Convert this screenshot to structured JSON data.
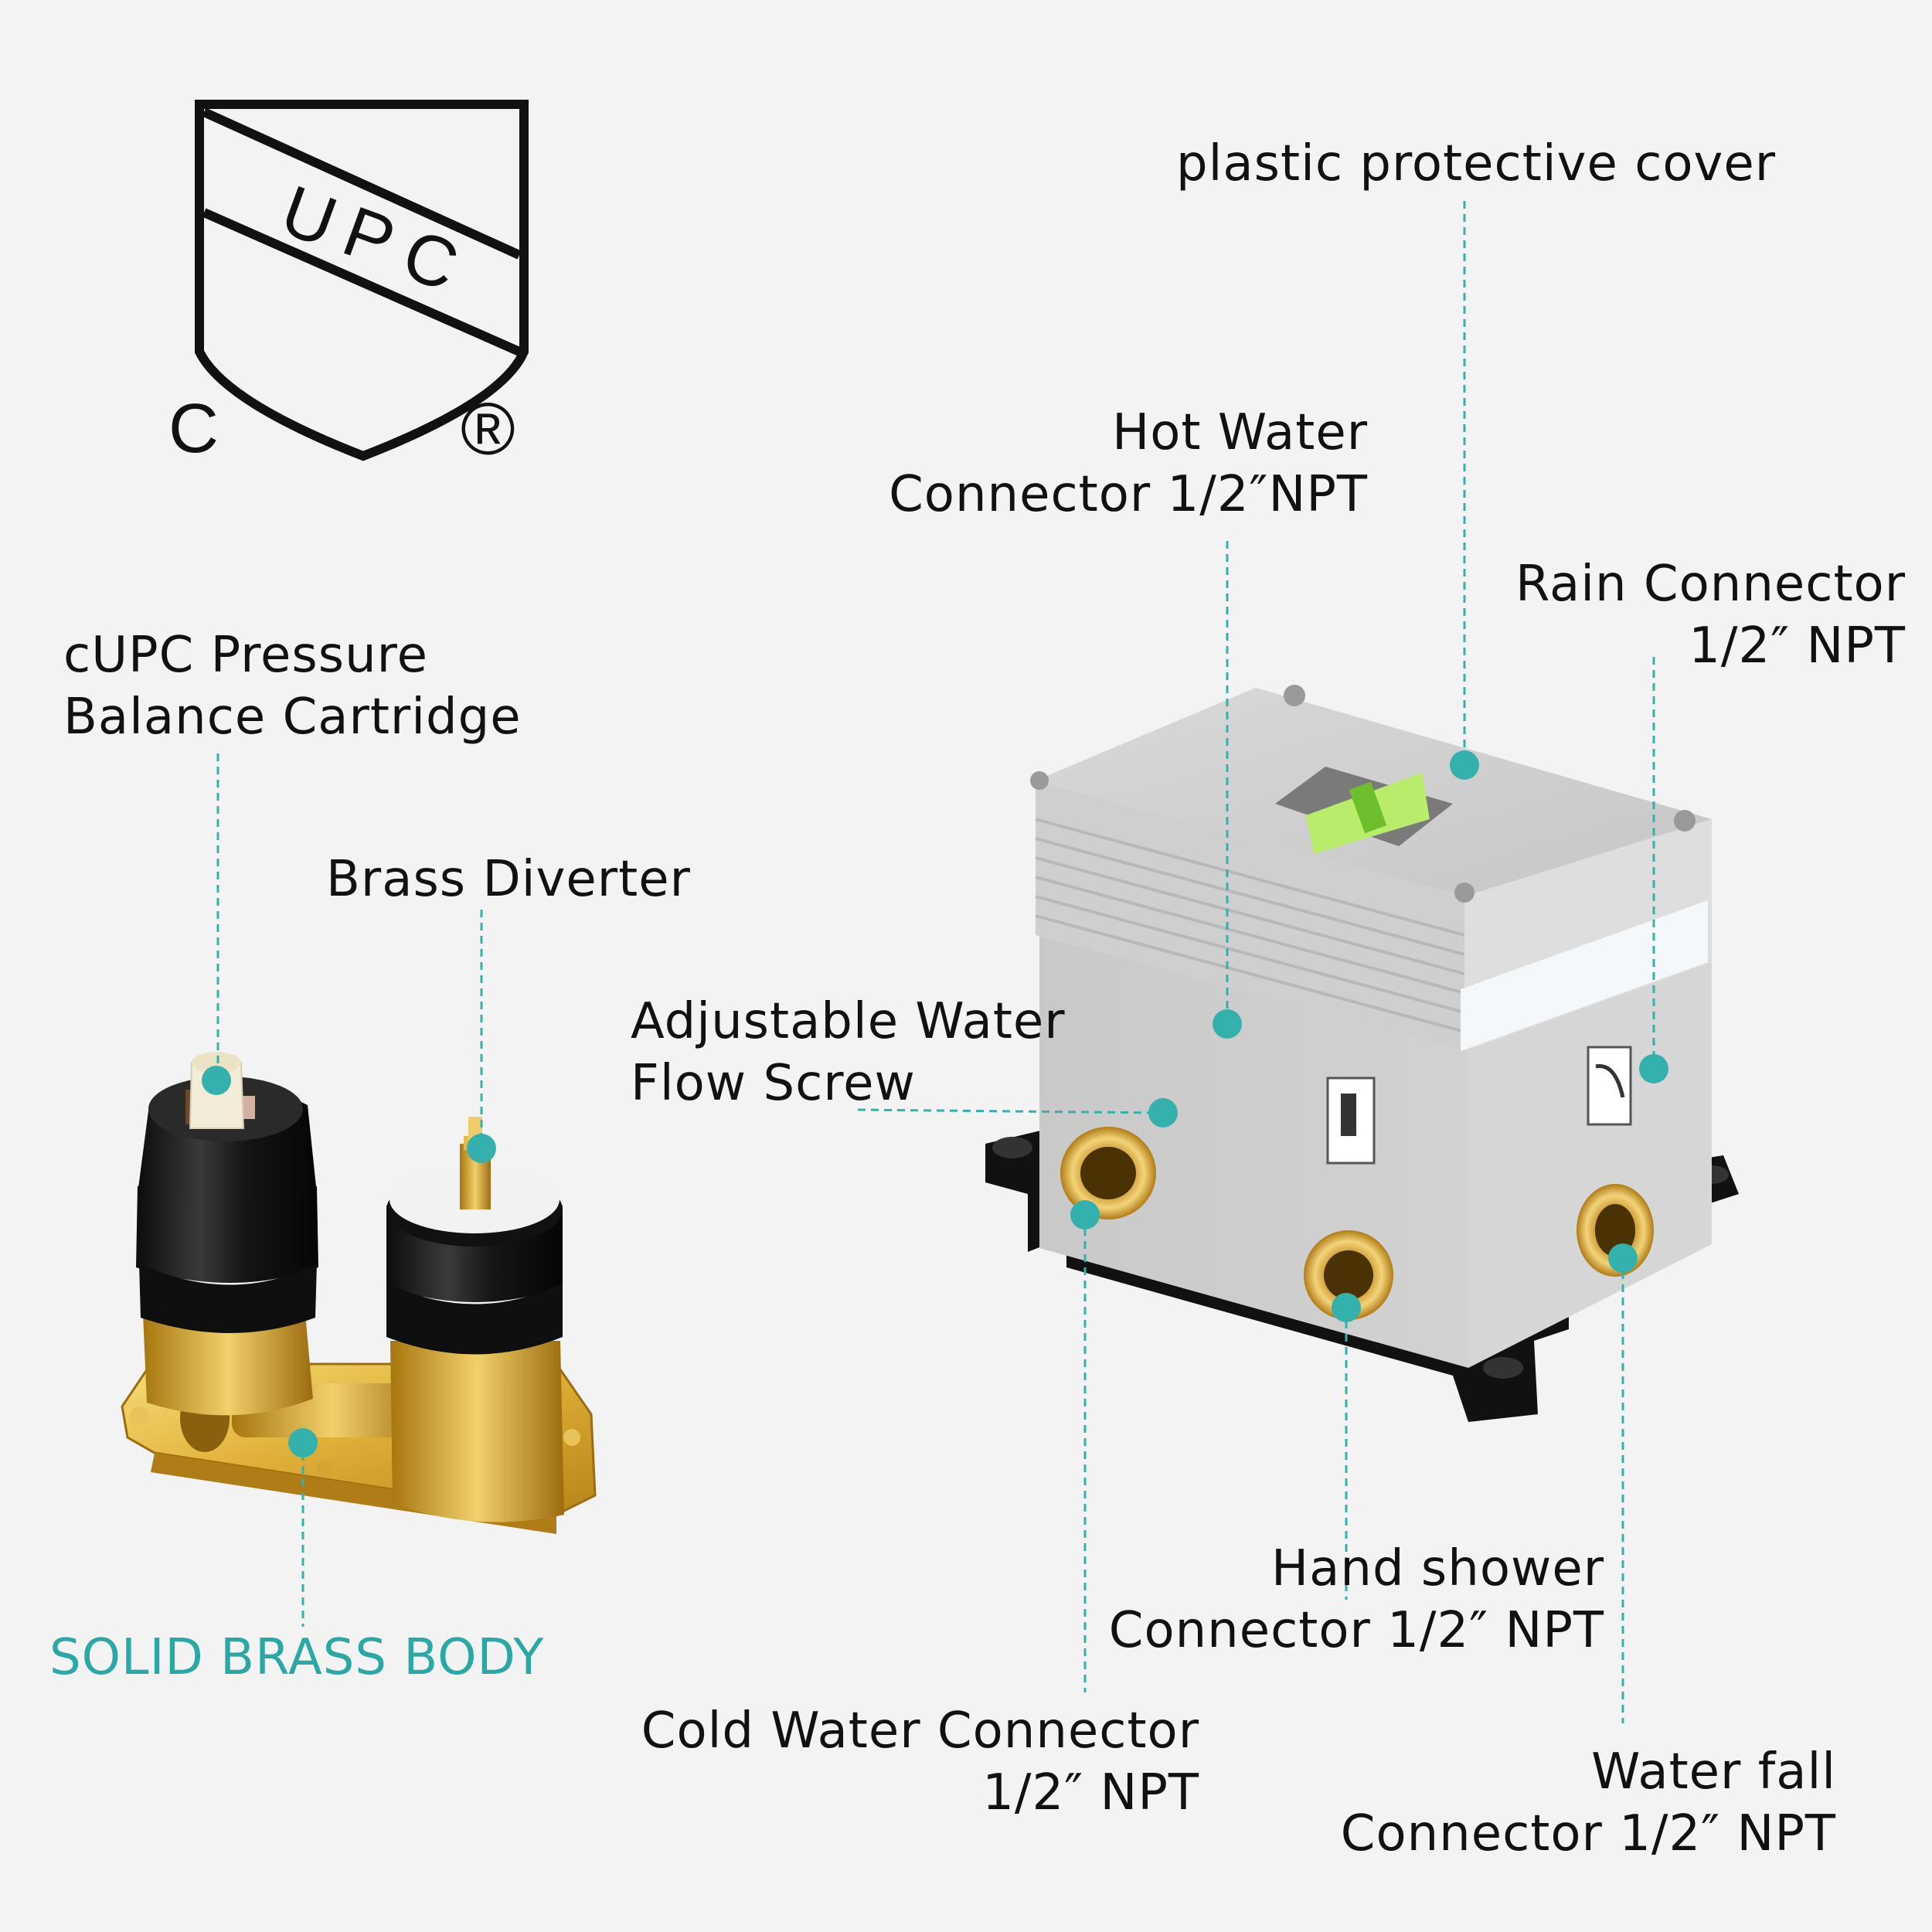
{
  "certification": {
    "logo_icon": "cupc-shield-logo",
    "letters": [
      "U",
      "P",
      "C"
    ],
    "left_mark": "C",
    "registered_mark": "®"
  },
  "labels": {
    "cartridge": {
      "line1": "cUPC Pressure",
      "line2": "Balance Cartridge"
    },
    "diverter": "Brass Diverter",
    "body": "SOLID BRASS BODY",
    "cover": "plastic protective cover",
    "hot": {
      "line1": "Hot Water",
      "line2": "Connector 1/2″NPT"
    },
    "rain": {
      "line1": "Rain Connector",
      "line2": "1/2″ NPT"
    },
    "flow_screw": {
      "line1": "Adjustable Water",
      "line2": "Flow Screw"
    },
    "hand_shower": {
      "line1": "Hand shower",
      "line2": "Connector 1/2″ NPT"
    },
    "cold": {
      "line1": "Cold Water Connector",
      "line2": "1/2″ NPT"
    },
    "waterfall": {
      "line1": "Water fall",
      "line2": "Connector 1/2″ NPT"
    }
  },
  "colors": {
    "accent": "#2aa8a6",
    "text": "#111111",
    "background": "#f3f3f3"
  }
}
